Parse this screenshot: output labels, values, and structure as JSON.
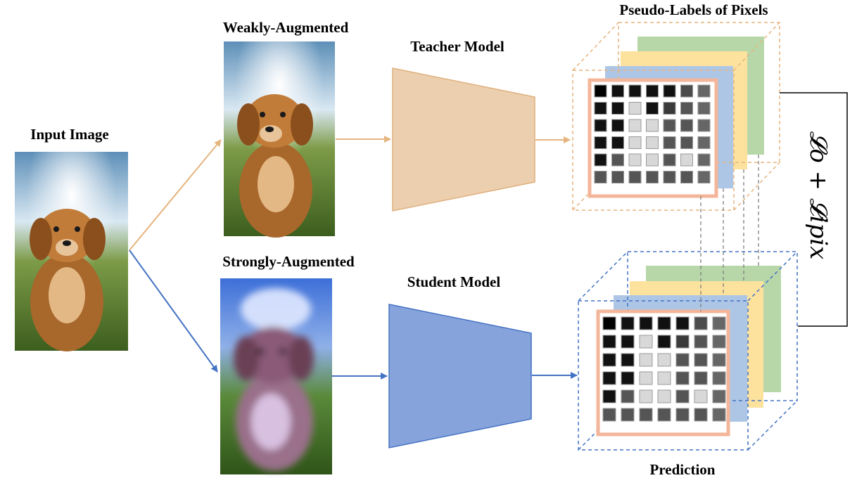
{
  "labels": {
    "input_image": "Input Image",
    "weakly_augmented": "Weakly-Augmented",
    "strongly_augmented": "Strongly-Augmented",
    "teacher_model": "Teacher Model",
    "student_model": "Student Model",
    "pseudo_labels": "Pseudo-Labels of Pixels",
    "prediction": "Prediction",
    "loss": "𝓛o + 𝓛ipix"
  },
  "colors": {
    "teacher": "#ebcfaf",
    "teacher_arrow": "#e6b47e",
    "student": "#87a3db",
    "student_arrow": "#4472c4",
    "layer_green": "#b8d7a9",
    "layer_yellow": "#fde29e",
    "layer_blue": "#adc6e6",
    "grid_border": "#f4b69a"
  },
  "pseudo_label_grid": [
    [
      "#000000",
      "#111111",
      "#111111",
      "#111111",
      "#111111",
      "#4c4c4c",
      "#666666"
    ],
    [
      "#111111",
      "#111111",
      "#d8d8d8",
      "#111111",
      "#3a3a3a",
      "#555555",
      "#666666"
    ],
    [
      "#111111",
      "#111111",
      "#d8d8d8",
      "#d8d8d8",
      "#555555",
      "#555555",
      "#666666"
    ],
    [
      "#111111",
      "#111111",
      "#d8d8d8",
      "#d8d8d8",
      "#555555",
      "#555555",
      "#666666"
    ],
    [
      "#111111",
      "#555555",
      "#d8d8d8",
      "#d8d8d8",
      "#555555",
      "#d8d8d8",
      "#666666"
    ],
    [
      "#555555",
      "#555555",
      "#555555",
      "#555555",
      "#555555",
      "#555555",
      "#666666"
    ]
  ]
}
